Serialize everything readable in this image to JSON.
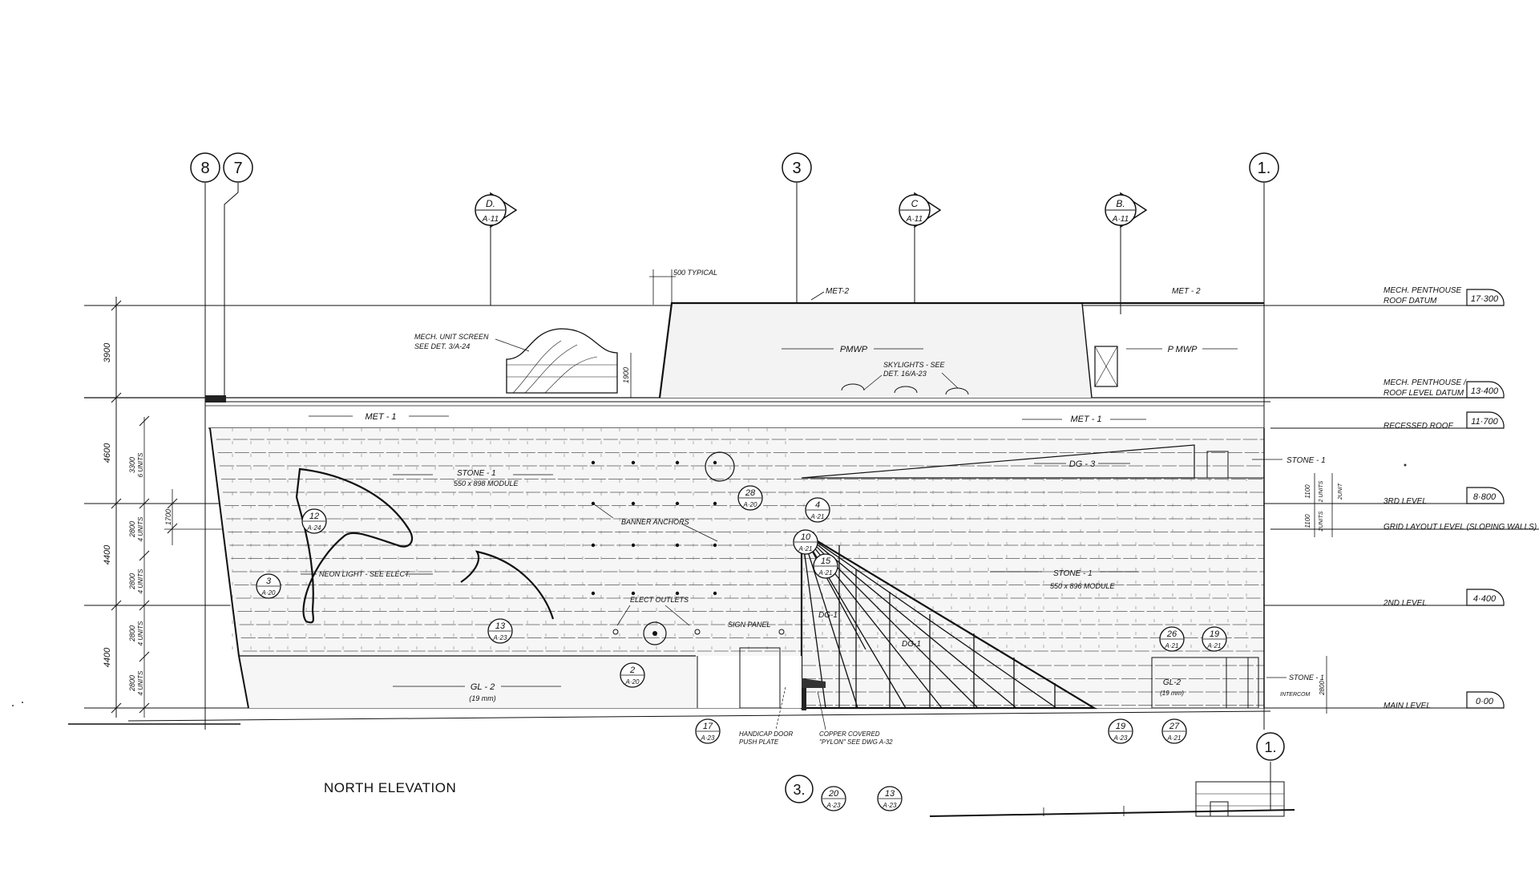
{
  "drawing": {
    "title": "NORTH ELEVATION",
    "grid_bubbles": [
      "8",
      "7",
      "3",
      "1."
    ],
    "grid_bubbles_lower": [
      "1.",
      "3."
    ],
    "section_markers": [
      {
        "letter": "D.",
        "sheet": "A·11"
      },
      {
        "letter": "C",
        "sheet": "A·11"
      },
      {
        "letter": "B.",
        "sheet": "A·11"
      }
    ],
    "levels": [
      {
        "name": "MECH. PENTHOUSE",
        "name2": "ROOF DATUM",
        "elev": "17·300"
      },
      {
        "name": "MECH. PENTHOUSE /",
        "name2": "ROOF LEVEL DATUM",
        "elev": "13·400"
      },
      {
        "name": "RECESSED ROOF",
        "name2": "",
        "elev": "11·700"
      },
      {
        "name": "3RD LEVEL",
        "name2": "",
        "elev": "8·800"
      },
      {
        "name": "GRID LAYOUT LEVEL (SLOPING WALLS)",
        "name2": "",
        "elev": ""
      },
      {
        "name": "2ND LEVEL",
        "name2": "",
        "elev": "4·400"
      },
      {
        "name": "MAIN LEVEL",
        "name2": "",
        "elev": "0·00"
      }
    ],
    "dimensions_left": [
      "3900",
      "4600",
      "4400",
      "4400"
    ],
    "dimensions_units": [
      "3300",
      "6 UNITS",
      "2800",
      "4 UNITS",
      "2800",
      "4 UNITS",
      "2800",
      "4 UNITS",
      "2800",
      "4 UNITS"
    ],
    "dim_1700": "1700",
    "dim_1900": "1900",
    "dim_right": [
      "1100",
      "2 UNITS",
      "2UNIT",
      "1100",
      "2UNITS",
      "2800"
    ],
    "notes": {
      "typical": "500 TYPICAL",
      "met2_a": "MET-2",
      "met2_b": "MET - 2",
      "mech_screen_1": "MECH. UNIT SCREEN",
      "mech_screen_2": "SEE DET. 3/A-24",
      "pmwp_1": "PMWP",
      "pmwp_2": "P MWP",
      "skylights_1": "SKYLIGHTS - SEE",
      "skylights_2": "DET. 16/A-23",
      "met1_a": "MET - 1",
      "met1_b": "MET - 1",
      "stone1_a": "STONE - 1",
      "stone1_a2": "550 x 898 MODULE",
      "dg3": "DG - 3",
      "stone1_r": "STONE - 1",
      "banner": "BANNER ANCHORS",
      "neon": "NEON LIGHT - SEE ELECT.",
      "stone1_b": "STONE - 1",
      "stone1_b2": "550 x 896 MODULE",
      "dg1_a": "DG-1",
      "dg1_b": "DG-1",
      "elect": "ELECT OUTLETS",
      "sign": "SIGN PANEL",
      "gl2_a": "GL - 2",
      "gl2_a2": "(19 mm)",
      "gl2_b": "GL-2",
      "gl2_b2": "(19 mm)",
      "stone1_c": "STONE - 1",
      "intercom": "INTERCOM",
      "handicap_1": "HANDICAP DOOR",
      "handicap_2": "PUSH PLATE",
      "copper_1": "COPPER COVERED",
      "copper_2": "\"PYLON\" SEE DWG A-32"
    },
    "detail_tags": [
      {
        "num": "12",
        "sheet": "A·24"
      },
      {
        "num": "3",
        "sheet": "A·20"
      },
      {
        "num": "13",
        "sheet": "A·23"
      },
      {
        "num": "28",
        "sheet": "A·20"
      },
      {
        "num": "4",
        "sheet": "A·21"
      },
      {
        "num": "10",
        "sheet": "A·21"
      },
      {
        "num": "15",
        "sheet": "A·21"
      },
      {
        "num": "2",
        "sheet": "A·20"
      },
      {
        "num": "26",
        "sheet": "A·21"
      },
      {
        "num": "19",
        "sheet": "A·21"
      },
      {
        "num": "19",
        "sheet": "A·23"
      },
      {
        "num": "17",
        "sheet": "A·23"
      },
      {
        "num": "27",
        "sheet": "A·21"
      },
      {
        "num": "20",
        "sheet": "A·23"
      },
      {
        "num": "13",
        "sheet": "A·23"
      }
    ]
  }
}
